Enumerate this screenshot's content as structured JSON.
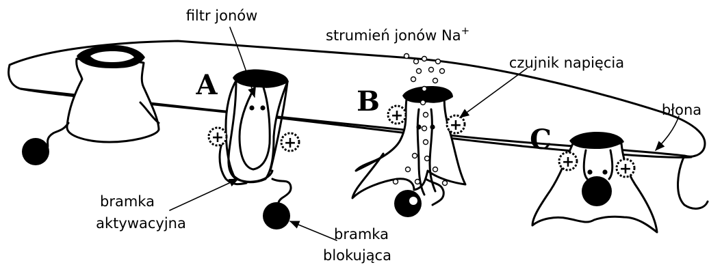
{
  "labels": {
    "filter": "filtr jonów",
    "stream": "strumień jonów Na",
    "stream_sup": "+",
    "sensor": "czujnik napięcia",
    "membrane": "błona",
    "activation_1": "bramka",
    "activation_2": "aktywacyjna",
    "blocking_1": "bramka",
    "blocking_2": "blokująca",
    "state_a": "A",
    "state_b": "B",
    "state_c": "C",
    "charge": "+"
  }
}
